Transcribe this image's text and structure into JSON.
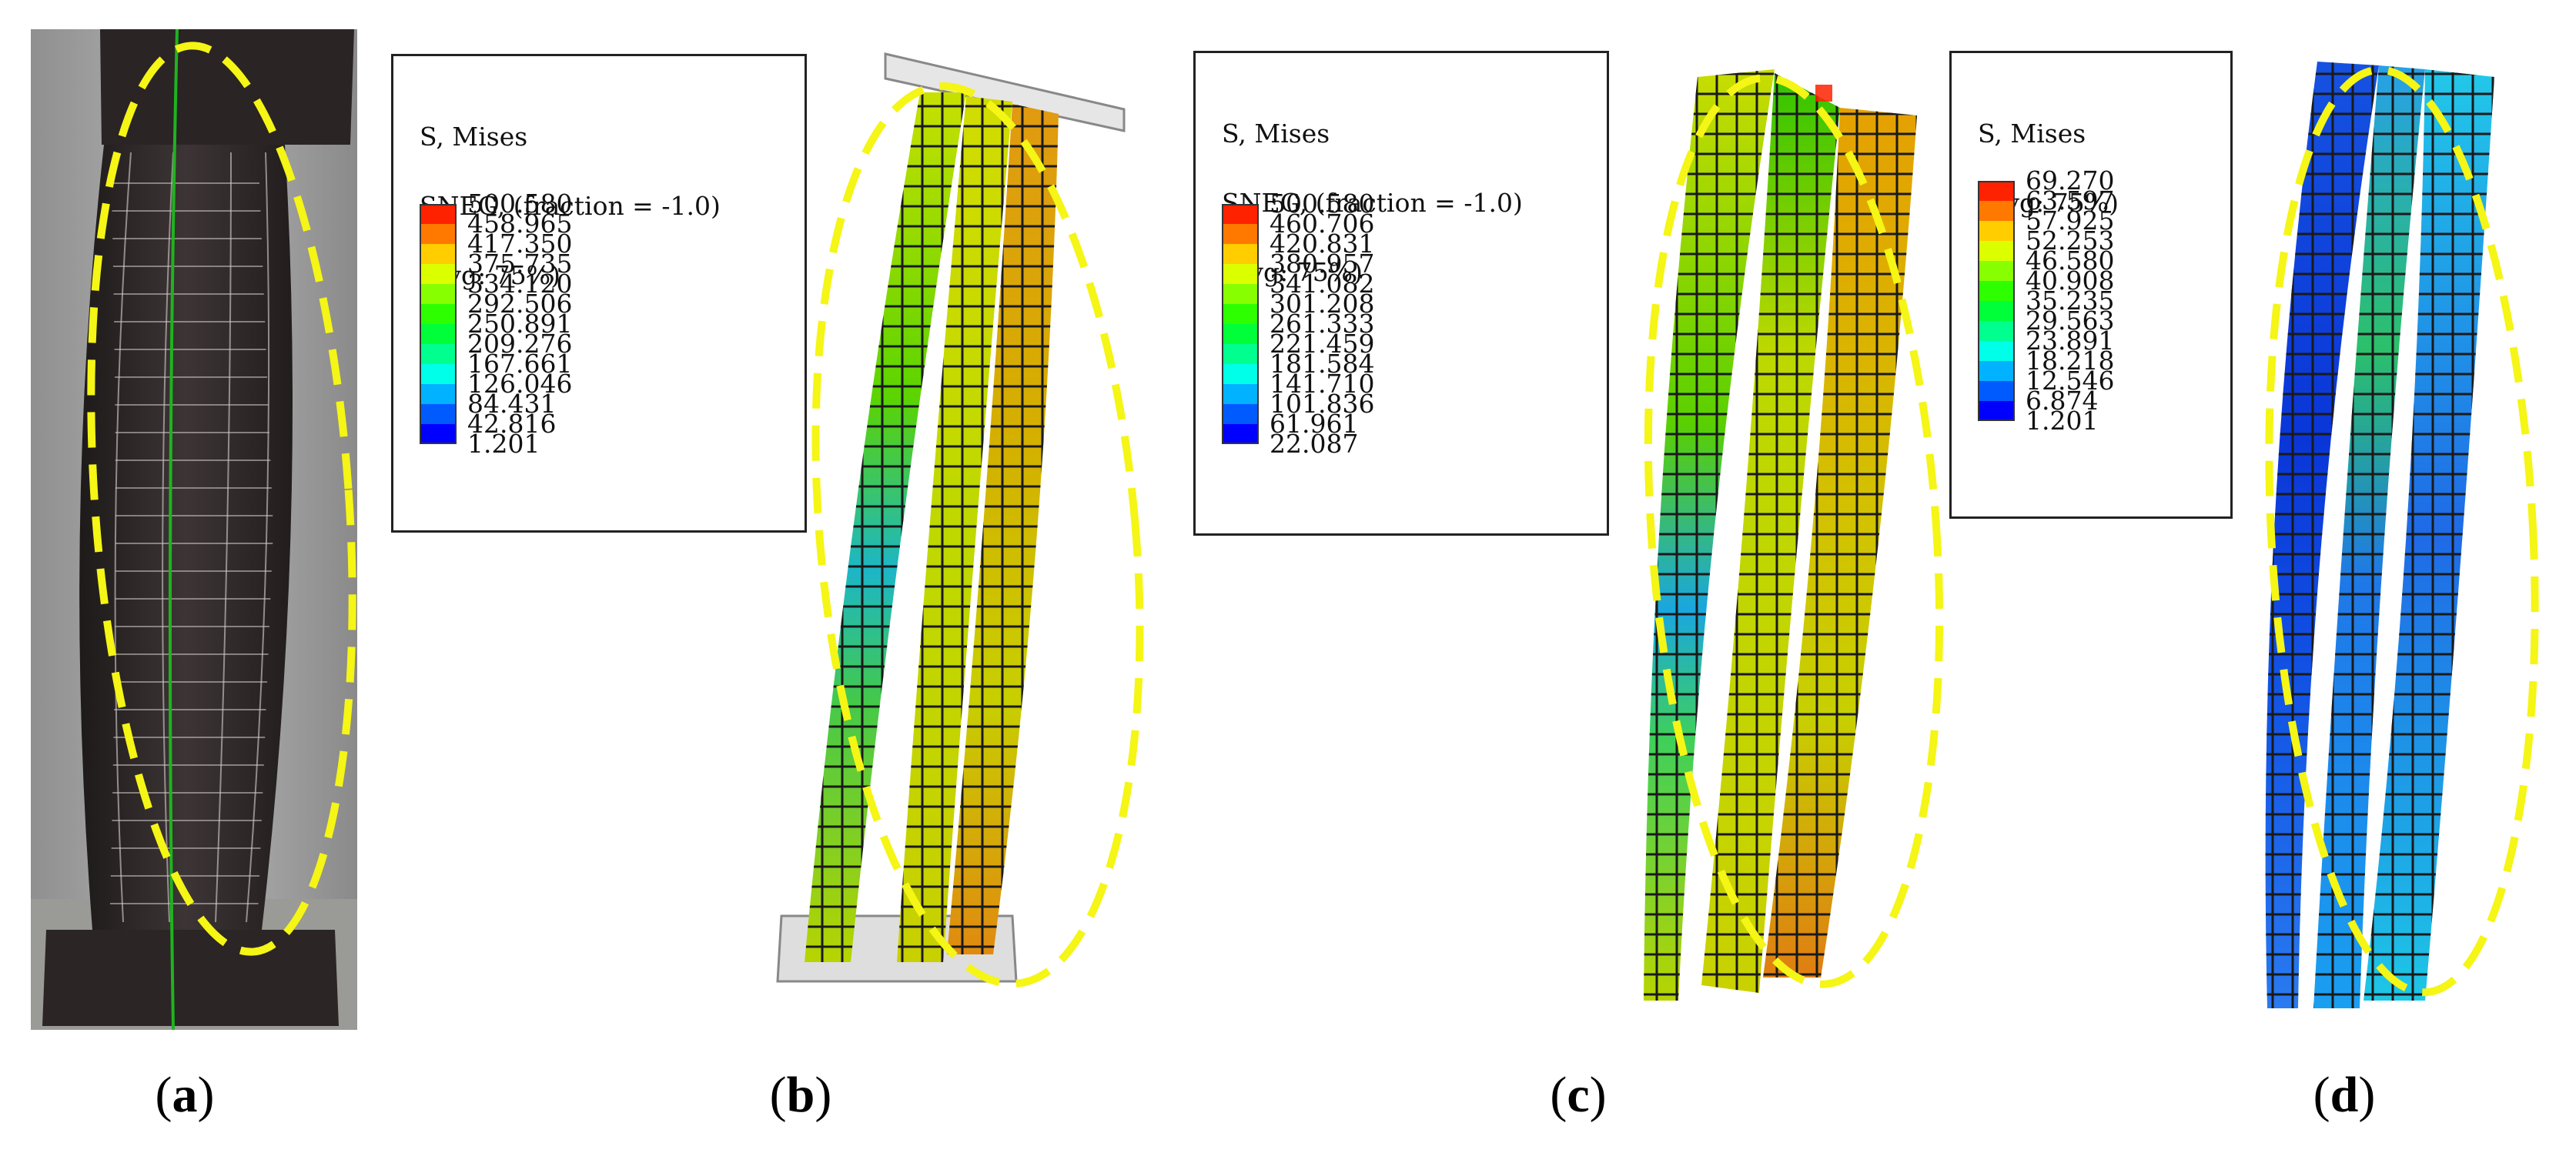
{
  "colors": {
    "contour": [
      "#0000ff",
      "#005bff",
      "#00b2ff",
      "#00ffe8",
      "#00ff8f",
      "#00ff38",
      "#2eff00",
      "#88ff00",
      "#dcff00",
      "#ffcd00",
      "#ff7900",
      "#ff2200"
    ],
    "ellipse": "#f5f516"
  },
  "legends": [
    {
      "header": [
        "S, Mises",
        "SNEG, (fraction = -1.0)",
        "(Avg: 75%)"
      ],
      "values": [
        "500.580",
        "458.965",
        "417.350",
        "375.735",
        "334.120",
        "292.506",
        "250.891",
        "209.276",
        "167.661",
        "126.046",
        "84.431",
        "42.816",
        "1.201"
      ]
    },
    {
      "header": [
        "S, Mises",
        "SNEG, (fraction = -1.0)",
        "(Avg: 75%)"
      ],
      "values": [
        "500.580",
        "460.706",
        "420.831",
        "380.957",
        "341.082",
        "301.208",
        "261.333",
        "221.459",
        "181.584",
        "141.710",
        "101.836",
        "61.961",
        "22.087"
      ]
    },
    {
      "header": [
        "S, Mises",
        "(Avg: 75%)"
      ],
      "values": [
        "69.270",
        "63.597",
        "57.925",
        "52.253",
        "46.580",
        "40.908",
        "35.235",
        "29.563",
        "23.891",
        "18.218",
        "12.546",
        "6.874",
        "1.201"
      ]
    }
  ],
  "labels": {
    "a": "a",
    "b": "b",
    "c": "c",
    "d": "d"
  }
}
